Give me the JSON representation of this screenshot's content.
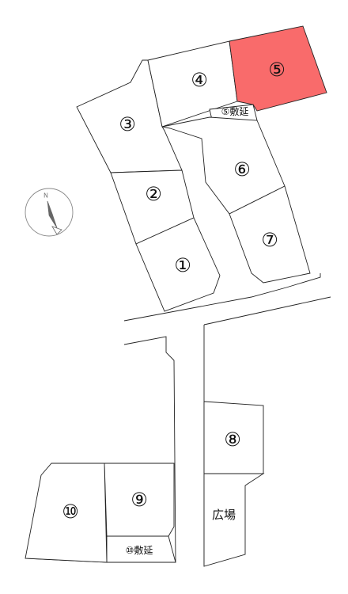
{
  "lots": [
    {
      "id": "lot-1",
      "label": "①",
      "highlighted": false
    },
    {
      "id": "lot-2",
      "label": "②",
      "highlighted": false
    },
    {
      "id": "lot-3",
      "label": "③",
      "highlighted": false
    },
    {
      "id": "lot-4",
      "label": "④",
      "highlighted": false
    },
    {
      "id": "lot-5",
      "label": "⑤",
      "highlighted": true
    },
    {
      "id": "lot-5-extension",
      "label": "⑤敷延",
      "highlighted": false
    },
    {
      "id": "lot-6",
      "label": "⑥",
      "highlighted": false
    },
    {
      "id": "lot-7",
      "label": "⑦",
      "highlighted": false
    },
    {
      "id": "lot-8",
      "label": "⑧",
      "highlighted": false
    },
    {
      "id": "lot-9",
      "label": "⑨",
      "highlighted": false
    },
    {
      "id": "lot-10",
      "label": "⑩",
      "highlighted": false
    },
    {
      "id": "lot-10-extension",
      "label": "⑩敷延",
      "highlighted": false
    },
    {
      "id": "plaza",
      "label": "広場",
      "highlighted": false
    }
  ],
  "compass": {
    "north_label": "N"
  },
  "colors": {
    "highlight": "#f96b6b",
    "line": "#222222"
  }
}
